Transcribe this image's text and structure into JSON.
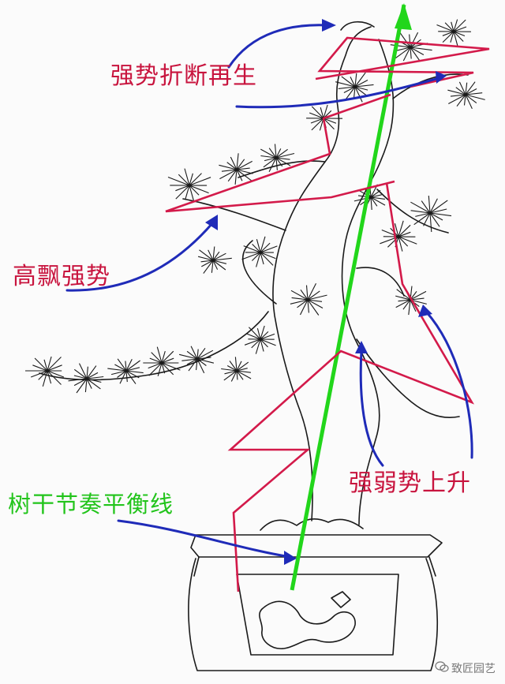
{
  "labels": {
    "break_regrow": "强势折断再生",
    "high_float": "高飘强势",
    "weak_rise": "强弱势上升",
    "rhythm_line": "树干节奏平衡线"
  },
  "watermark": "致匠园艺",
  "colors": {
    "red": "#d31a4a",
    "blue": "#1f2bb8",
    "green": "#22d61b",
    "ink": "#1a1a1a",
    "label_red": "#c8143e",
    "label_green": "#22c41b",
    "background": "#fbfbfb"
  },
  "icons": {
    "watermark": "wechat-logo-icon"
  }
}
